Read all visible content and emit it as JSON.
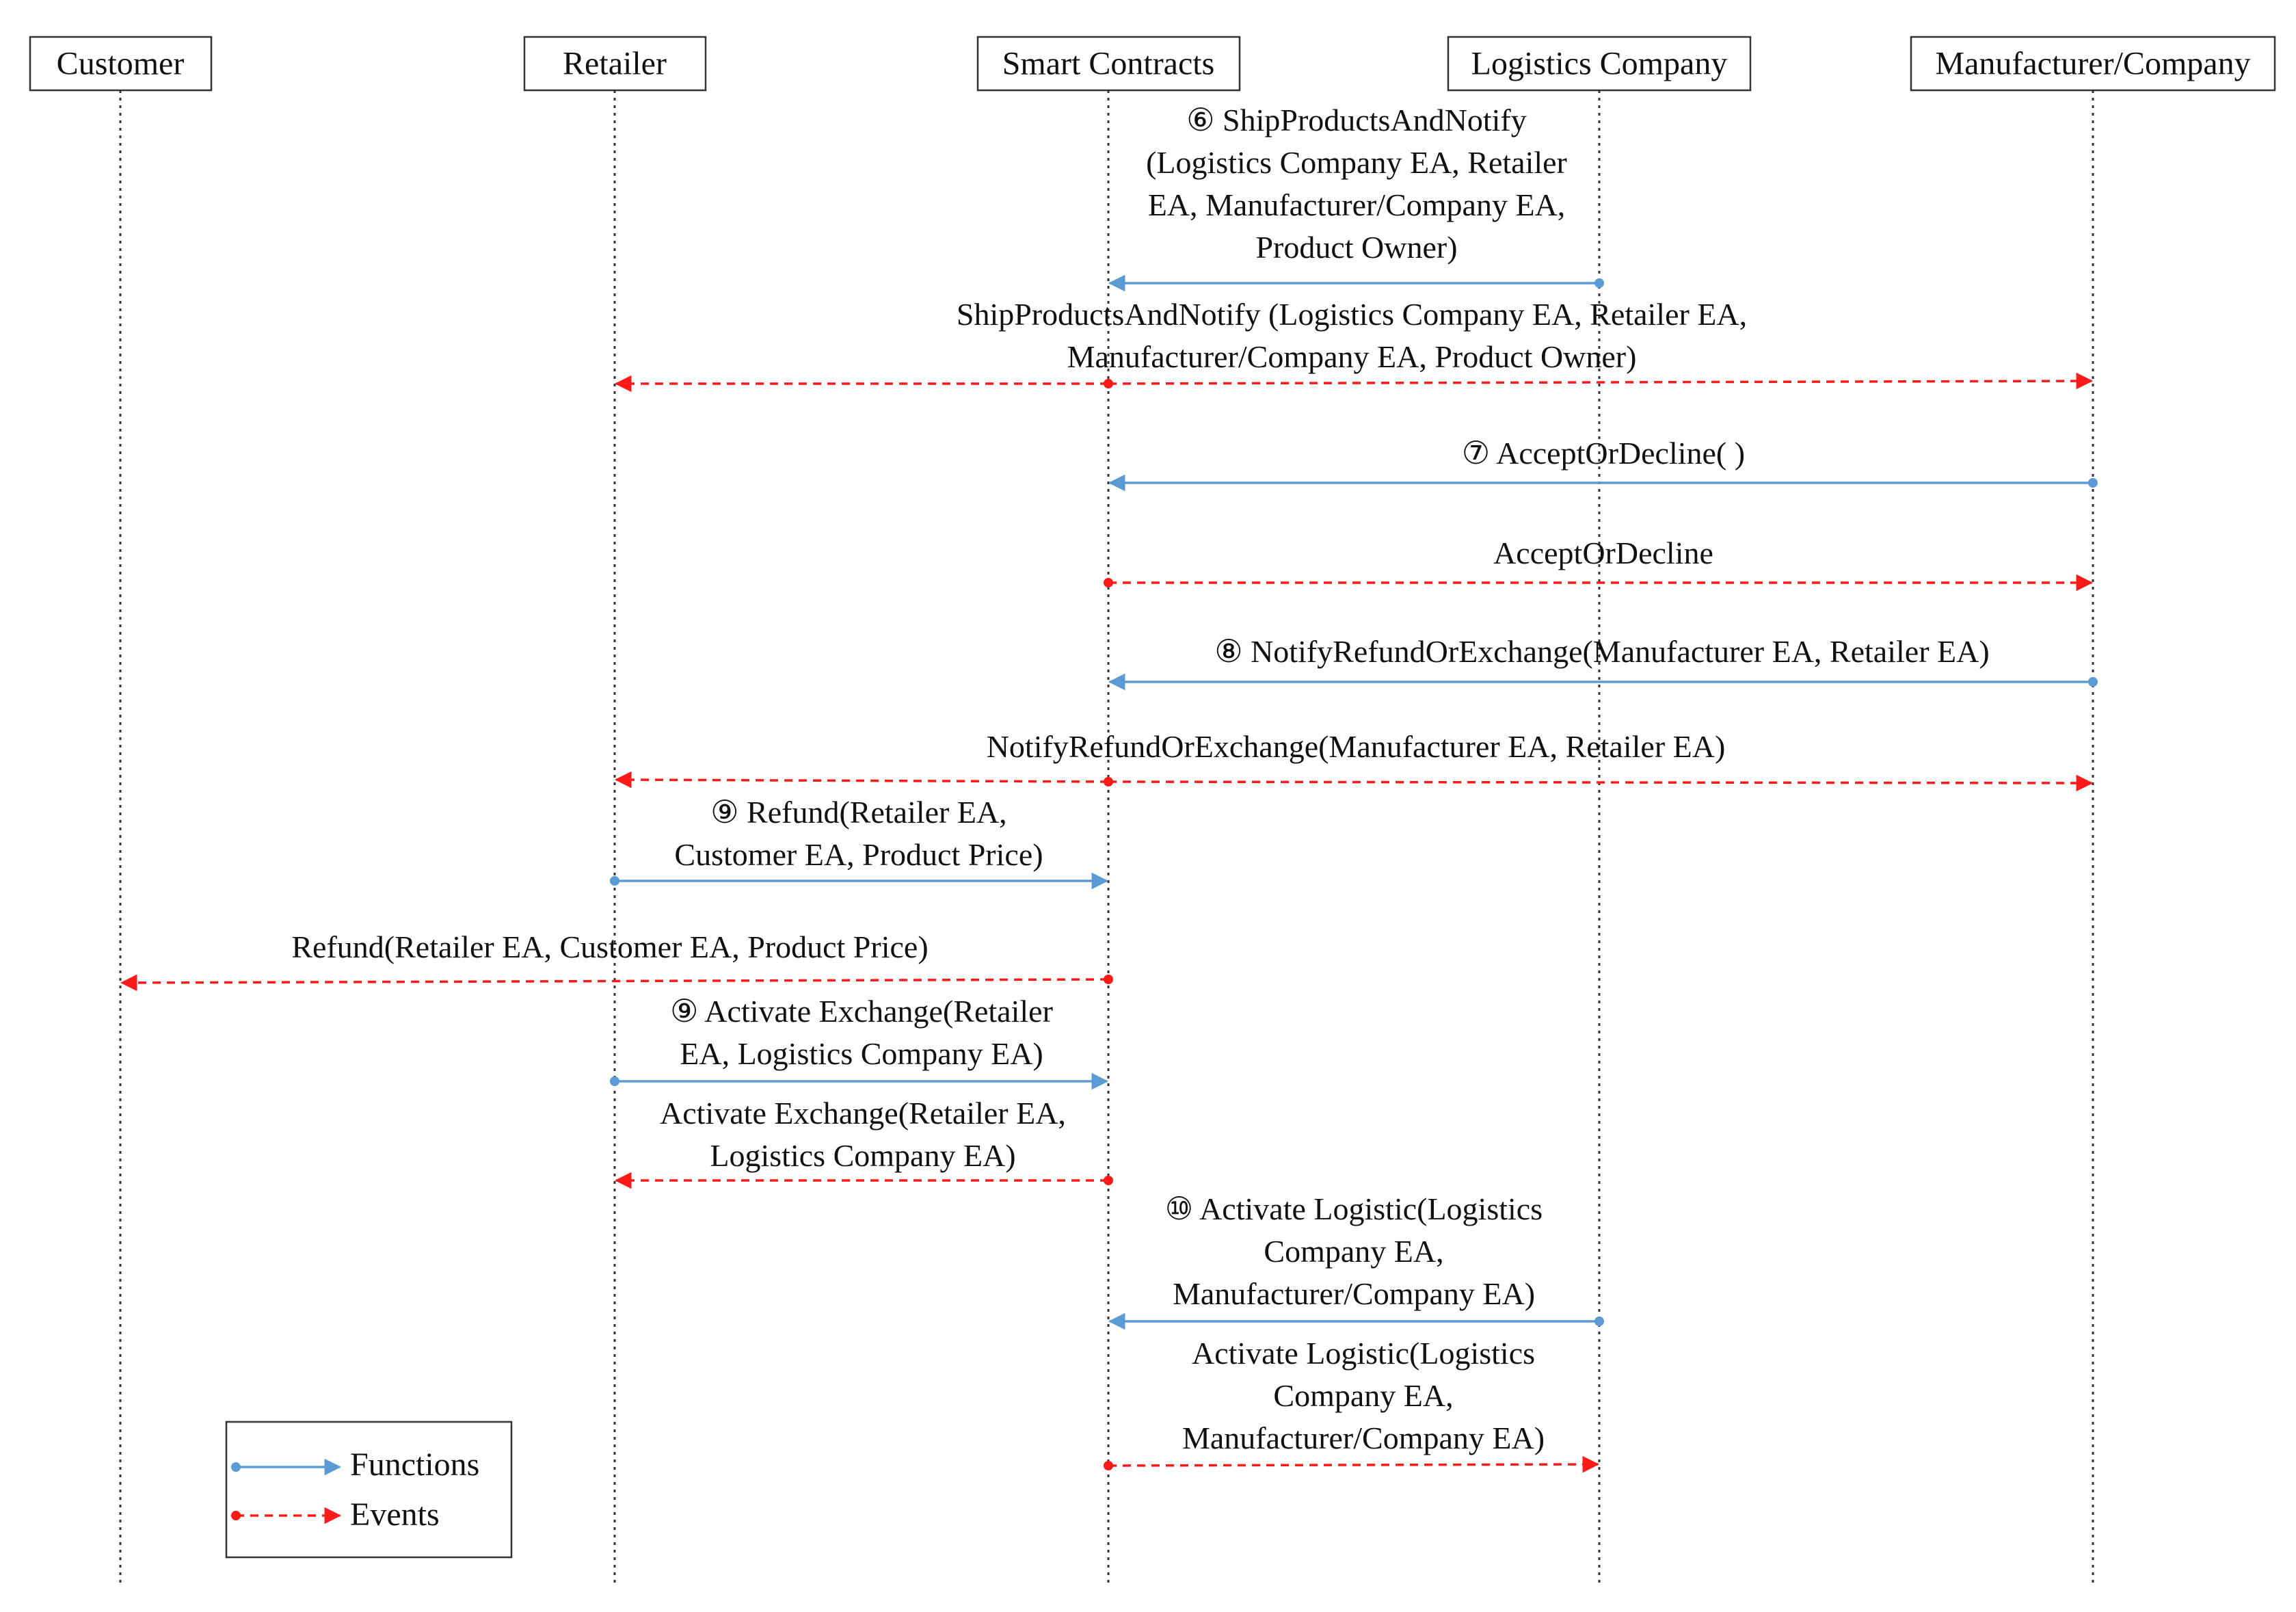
{
  "actors": [
    {
      "id": "customer",
      "label": "Customer"
    },
    {
      "id": "retailer",
      "label": "Retailer"
    },
    {
      "id": "smart",
      "label": "Smart Contracts"
    },
    {
      "id": "logistics",
      "label": "Logistics Company"
    },
    {
      "id": "manufacturer",
      "label": "Manufacturer/Company"
    }
  ],
  "messages": [
    {
      "kind": "function",
      "from": "logistics",
      "to": [
        "smart"
      ],
      "lines": [
        "⑥ ShipProductsAndNotify",
        "(Logistics Company EA, Retailer",
        "EA, Manufacturer/Company EA,",
        "Product Owner)"
      ]
    },
    {
      "kind": "event",
      "from": "smart",
      "to": [
        "retailer",
        "manufacturer"
      ],
      "lines": [
        "ShipProductsAndNotify (Logistics Company EA, Retailer EA,",
        "Manufacturer/Company EA, Product Owner)"
      ]
    },
    {
      "kind": "function",
      "from": "manufacturer",
      "to": [
        "smart"
      ],
      "lines": [
        "⑦ AcceptOrDecline( )"
      ]
    },
    {
      "kind": "event",
      "from": "smart",
      "to": [
        "manufacturer"
      ],
      "lines": [
        "AcceptOrDecline"
      ]
    },
    {
      "kind": "function",
      "from": "manufacturer",
      "to": [
        "smart"
      ],
      "lines": [
        "⑧ NotifyRefundOrExchange(Manufacturer EA, Retailer EA)"
      ]
    },
    {
      "kind": "event",
      "from": "smart",
      "to": [
        "retailer",
        "manufacturer"
      ],
      "lines": [
        "NotifyRefundOrExchange(Manufacturer EA, Retailer EA)"
      ]
    },
    {
      "kind": "function",
      "from": "retailer",
      "to": [
        "smart"
      ],
      "lines": [
        "⑨ Refund(Retailer EA,",
        "Customer EA, Product Price)"
      ]
    },
    {
      "kind": "event",
      "from": "smart",
      "to": [
        "customer"
      ],
      "lines": [
        "Refund(Retailer EA, Customer EA, Product Price)"
      ]
    },
    {
      "kind": "function",
      "from": "retailer",
      "to": [
        "smart"
      ],
      "lines": [
        "⑨ Activate Exchange(Retailer",
        "EA, Logistics Company EA)"
      ]
    },
    {
      "kind": "event",
      "from": "smart",
      "to": [
        "retailer"
      ],
      "lines": [
        "Activate Exchange(Retailer EA,",
        "Logistics Company EA)"
      ]
    },
    {
      "kind": "function",
      "from": "logistics",
      "to": [
        "smart"
      ],
      "lines": [
        "⑩ Activate Logistic(Logistics",
        "Company EA,",
        "Manufacturer/Company EA)"
      ]
    },
    {
      "kind": "event",
      "from": "smart",
      "to": [
        "logistics"
      ],
      "lines": [
        "Activate Logistic(Logistics",
        "Company EA,",
        "Manufacturer/Company EA)"
      ]
    }
  ],
  "legend": {
    "functions_label": "Functions",
    "events_label": "Events"
  },
  "colors": {
    "function": "#5b9bd5",
    "event": "#ff1a1a"
  }
}
